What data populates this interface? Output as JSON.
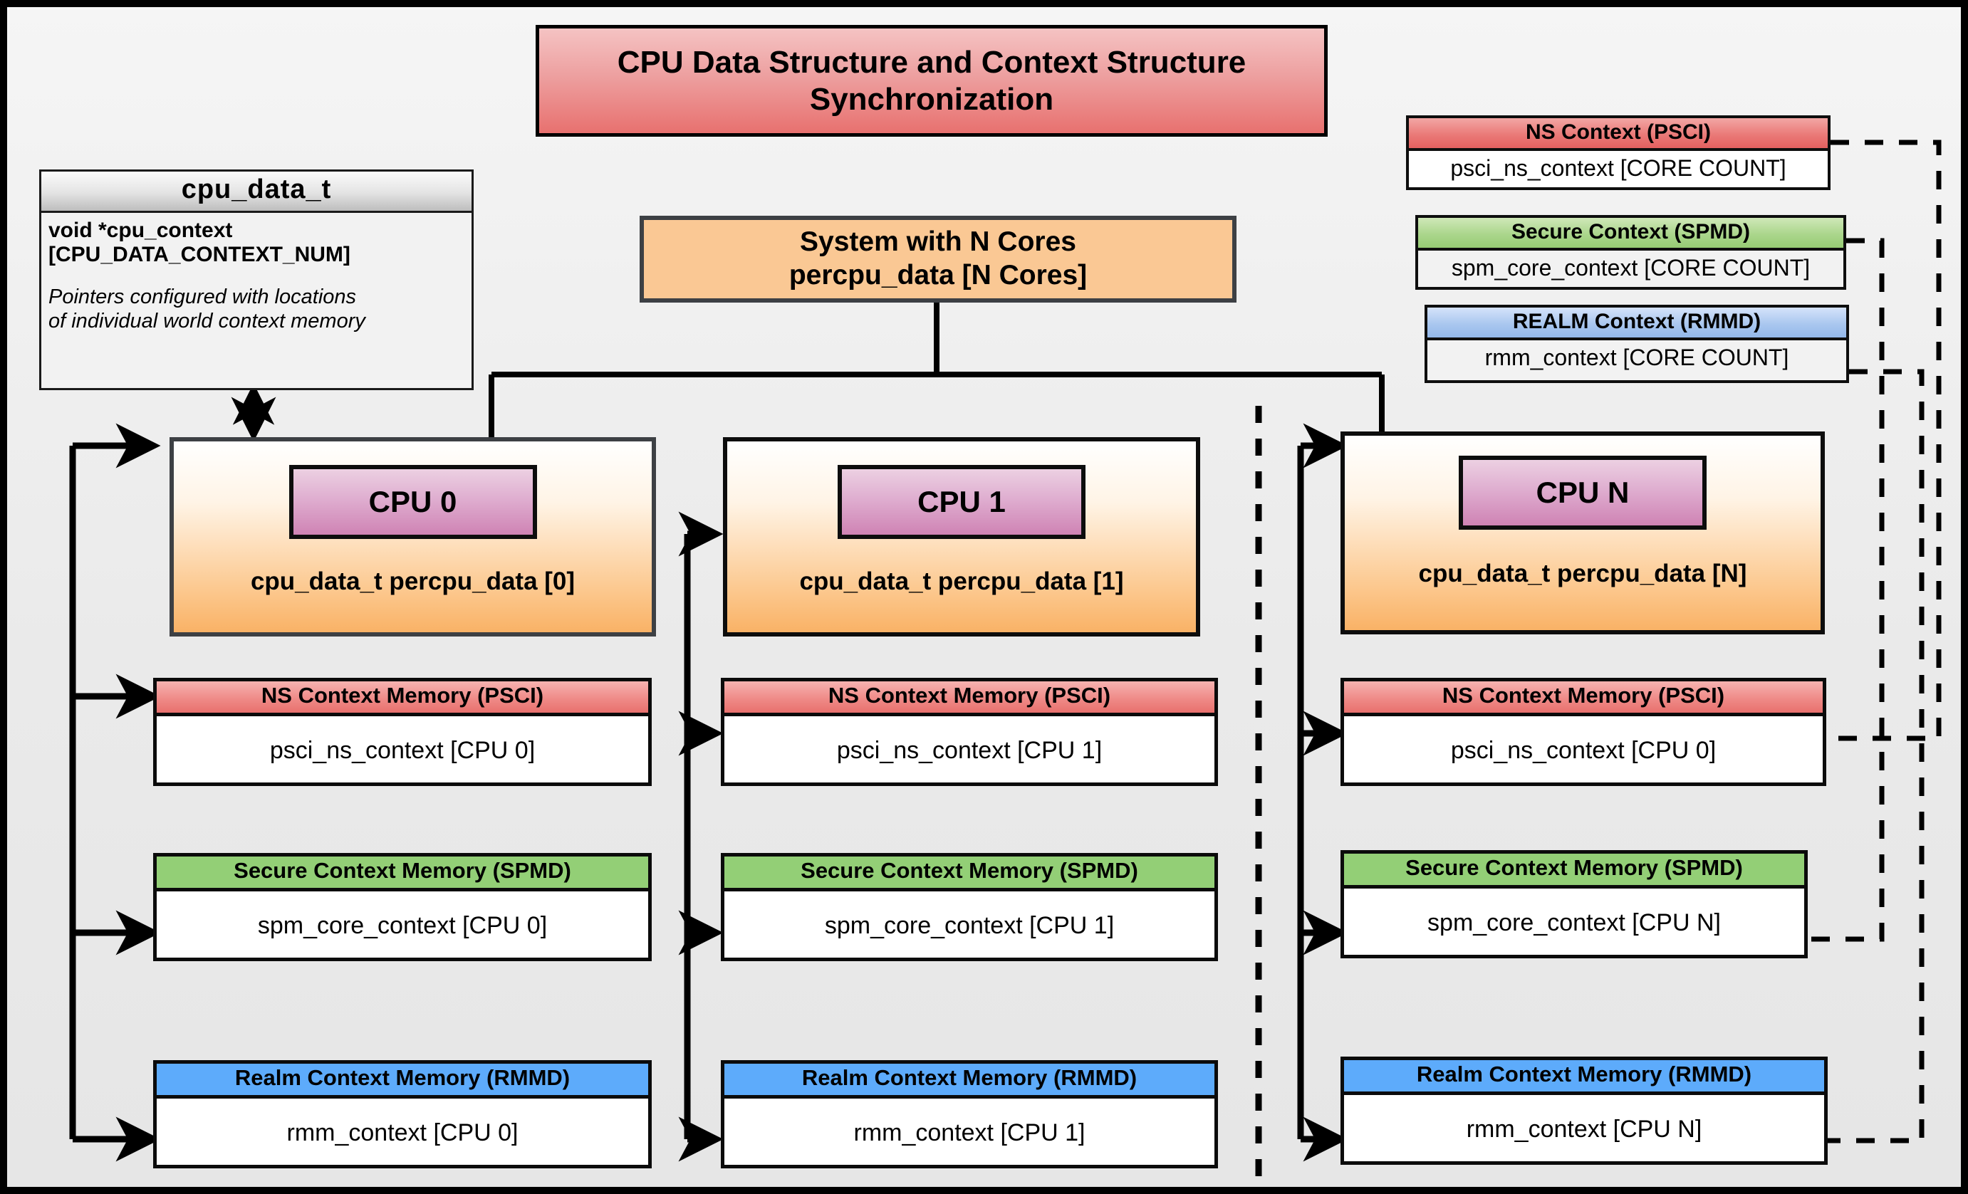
{
  "title": {
    "line1": "CPU Data Structure and Context Structure",
    "line2": "Synchronization"
  },
  "cpu_data_t": {
    "header": "cpu_data_t",
    "field_line1": "void  *cpu_context",
    "field_line2": "[CPU_DATA_CONTEXT_NUM]",
    "note_line1": "Pointers configured with locations",
    "note_line2": "of individual world context memory"
  },
  "system": {
    "line1": "System with N Cores",
    "line2": "percpu_data [N Cores]"
  },
  "legend": [
    {
      "header": "NS Context  (PSCI)",
      "body": "psci_ns_context [CORE COUNT]",
      "color": "red",
      "hex": "#e8706d"
    },
    {
      "header": "Secure Context (SPMD)",
      "body": "spm_core_context [CORE COUNT]",
      "color": "green",
      "hex": "#96cc74"
    },
    {
      "header": "REALM Context (RMMD)",
      "body": "rmm_context [CORE COUNT]",
      "color": "blue",
      "hex": "#93b8ea"
    }
  ],
  "cpus": [
    {
      "chip": "CPU 0",
      "label": "cpu_data_t percpu_data [0]",
      "contexts": [
        {
          "header": "NS Context Memory (PSCI)",
          "body": "psci_ns_context [CPU 0]",
          "color": "red"
        },
        {
          "header": "Secure Context Memory (SPMD)",
          "body": "spm_core_context [CPU 0]",
          "color": "green"
        },
        {
          "header": "Realm Context Memory (RMMD)",
          "body": "rmm_context [CPU 0]",
          "color": "blue"
        }
      ]
    },
    {
      "chip": "CPU 1",
      "label": "cpu_data_t percpu_data [1]",
      "contexts": [
        {
          "header": "NS Context Memory (PSCI)",
          "body": "psci_ns_context [CPU 1]",
          "color": "red"
        },
        {
          "header": "Secure Context Memory (SPMD)",
          "body": "spm_core_context [CPU 1]",
          "color": "green"
        },
        {
          "header": "Realm Context Memory (RMMD)",
          "body": "rmm_context [CPU 1]",
          "color": "blue"
        }
      ]
    },
    {
      "chip": "CPU N",
      "label": "cpu_data_t percpu_data [N]",
      "contexts": [
        {
          "header": "NS Context Memory (PSCI)",
          "body": "psci_ns_context [CPU 0]",
          "color": "red"
        },
        {
          "header": "Secure Context Memory (SPMD)",
          "body": "spm_core_context [CPU N]",
          "color": "green"
        },
        {
          "header": "Realm Context Memory (RMMD)",
          "body": "rmm_context [CPU N]",
          "color": "blue"
        }
      ]
    }
  ],
  "colors": {
    "background": "#eaeaea",
    "frame": "#000000",
    "title_gradient_from": "#f5c3c3",
    "title_gradient_to": "#e8716f",
    "system_fill": "#fac894",
    "cpu_card_top": "#ffffff",
    "cpu_card_bottom": "#f9b266",
    "cpu_chip_top": "#ecd0e2",
    "cpu_chip_bottom": "#cf83b4",
    "ns_red": "#e8706d",
    "secure_green": "#93cf76",
    "realm_blue": "#5dabfb",
    "line": "#000000",
    "card_border": "#3d4044"
  }
}
